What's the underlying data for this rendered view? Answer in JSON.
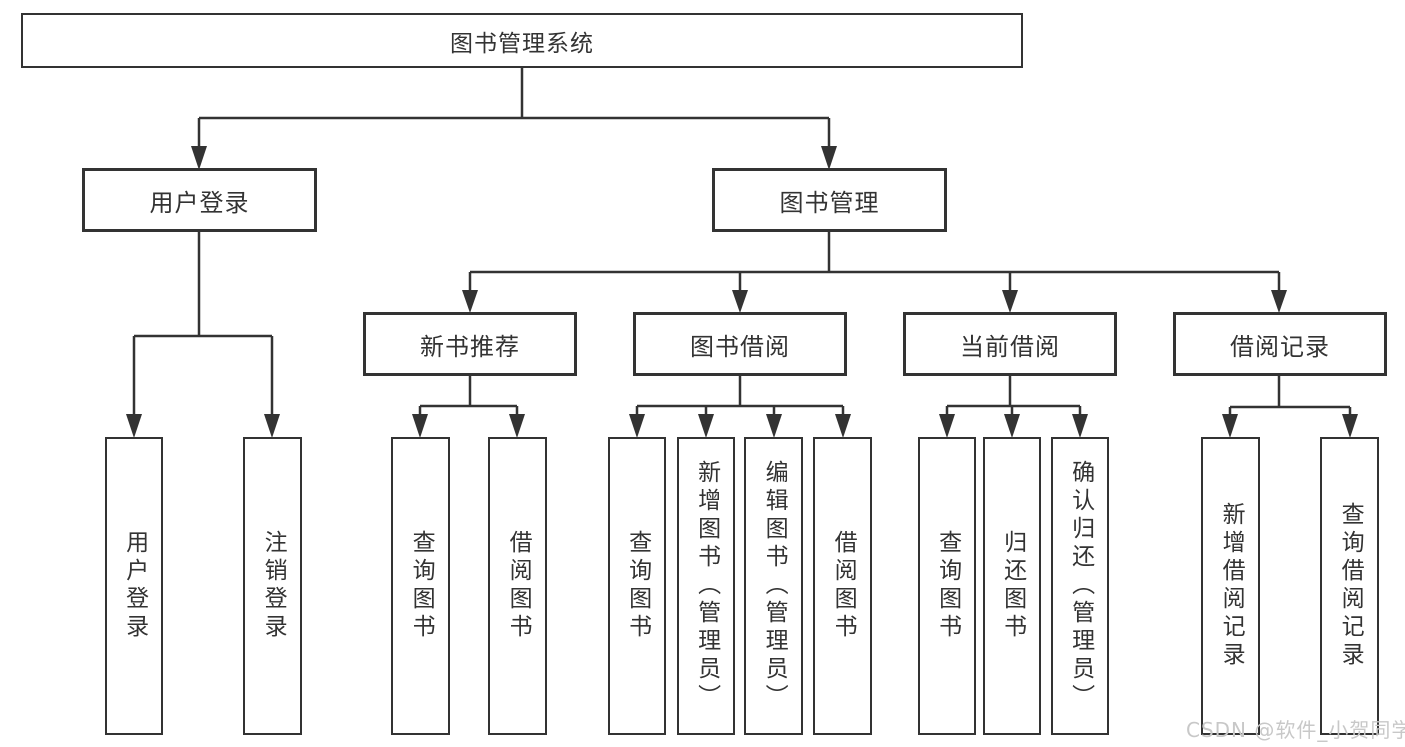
{
  "tree": {
    "label": "图书管理系统",
    "children": [
      {
        "label": "用户登录",
        "children": [
          {
            "label": "用户登录"
          },
          {
            "label": "注销登录"
          }
        ]
      },
      {
        "label": "图书管理",
        "children": [
          {
            "label": "新书推荐",
            "children": [
              {
                "label": "查询图书"
              },
              {
                "label": "借阅图书"
              }
            ]
          },
          {
            "label": "图书借阅",
            "children": [
              {
                "label": "查询图书"
              },
              {
                "label": "新增图书（管理员）"
              },
              {
                "label": "编辑图书（管理员）"
              },
              {
                "label": "借阅图书"
              }
            ]
          },
          {
            "label": "当前借阅",
            "children": [
              {
                "label": "查询图书"
              },
              {
                "label": "归还图书"
              },
              {
                "label": "确认归还（管理员）"
              }
            ]
          },
          {
            "label": "借阅记录",
            "children": [
              {
                "label": "新增借阅记录"
              },
              {
                "label": "查询借阅记录"
              }
            ]
          }
        ]
      }
    ]
  },
  "watermark": {
    "text": "CSDN @软件_小贺同学"
  },
  "colors": {
    "line": "#333333",
    "border": "#333333",
    "text": "#333333",
    "watermark": "#c8c8c8",
    "background": "#ffffff"
  }
}
